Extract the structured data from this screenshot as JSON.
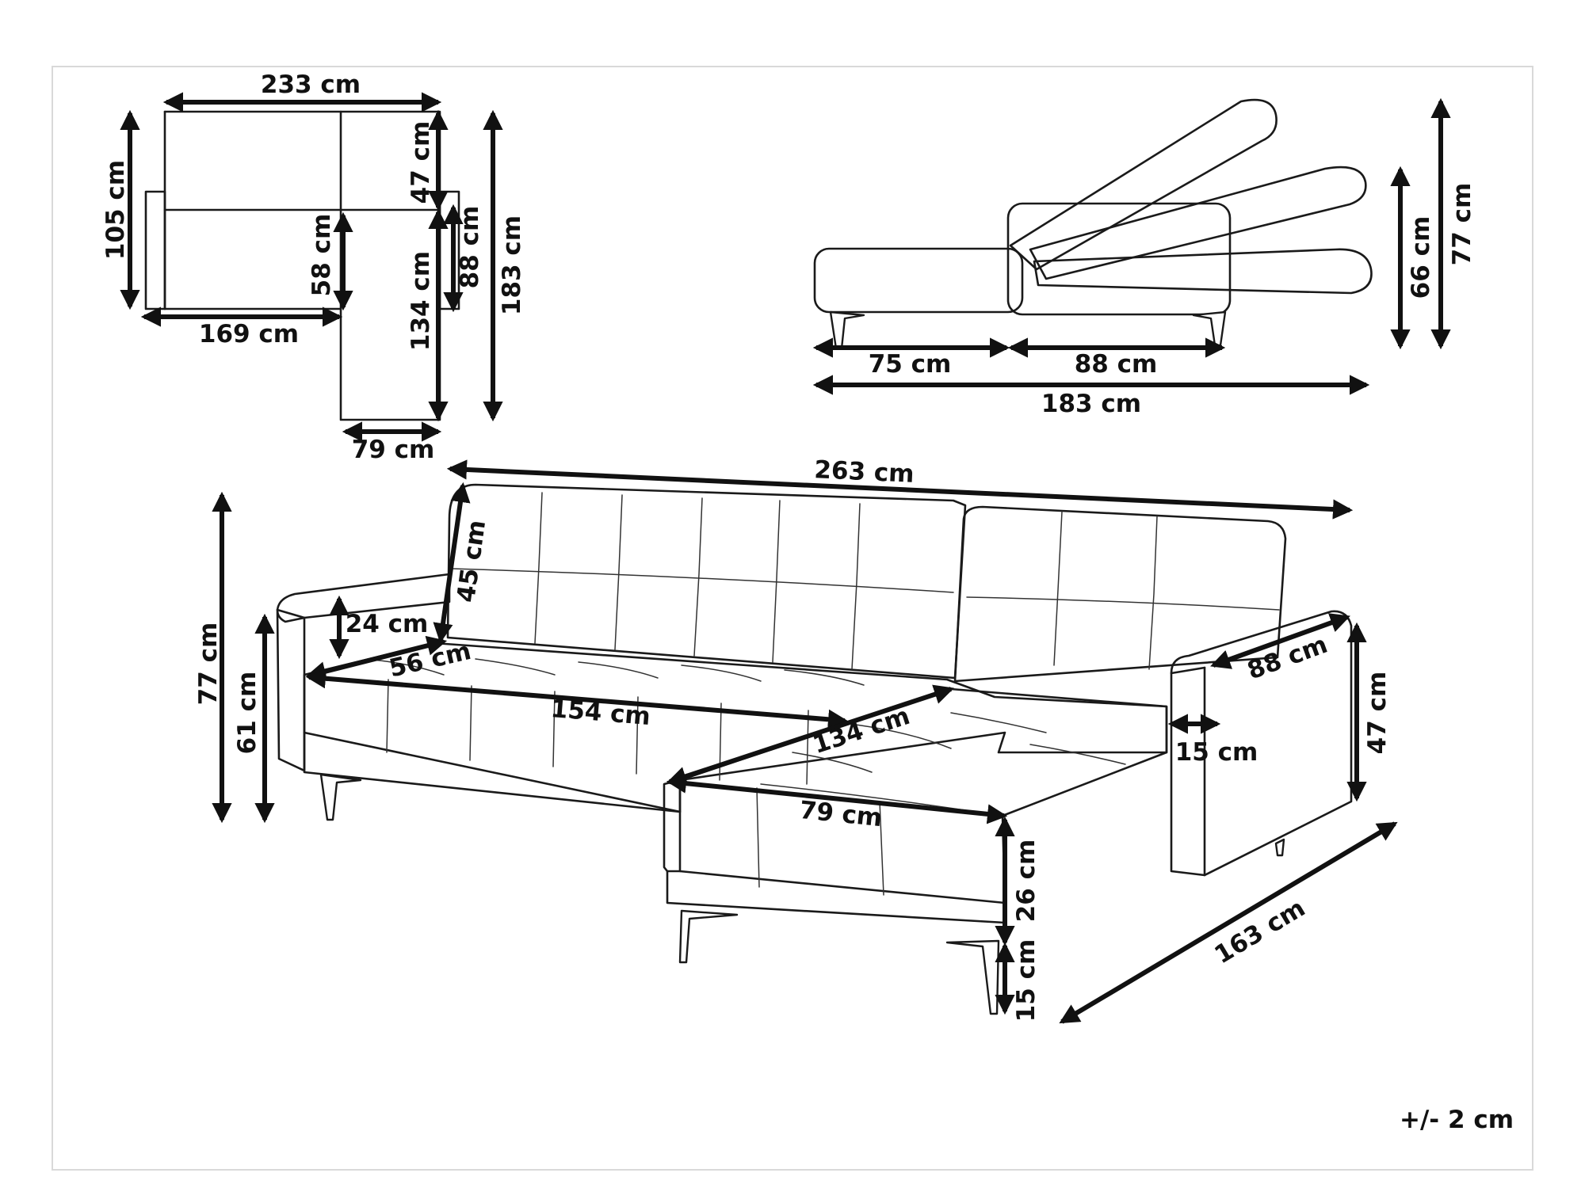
{
  "colors": {
    "line": "#1a1a1a",
    "dimension": "#111111",
    "background": "#ffffff"
  },
  "top_view": {
    "width_total": "233 cm",
    "depth_back": "105 cm",
    "width_seat": "169 cm",
    "chaise_width": "79 cm",
    "backrest_depth": "47 cm",
    "chaise_seat_length": "58 cm",
    "chaise_length": "134 cm",
    "seat_depth": "88 cm",
    "depth_total": "183 cm"
  },
  "side_view": {
    "part_a": "75 cm",
    "part_b": "88 cm",
    "length_total": "183 cm",
    "height_low": "66 cm",
    "height_high": "77 cm"
  },
  "main_view": {
    "width_total": "263 cm",
    "backrest_height": "45 cm",
    "armrest_height": "24 cm",
    "seat_depth": "56 cm",
    "seat_width": "154 cm",
    "chaise_length": "134 cm",
    "chaise_width": "79 cm",
    "chaise_side_depth": "88 cm",
    "armrest_width": "15 cm",
    "armrest_height_total": "47 cm",
    "total_height": "77 cm",
    "seat_height": "61 cm",
    "cushion_height": "26 cm",
    "leg_height": "15 cm",
    "total_depth": "163 cm"
  },
  "tolerance": "+/- 2 cm"
}
